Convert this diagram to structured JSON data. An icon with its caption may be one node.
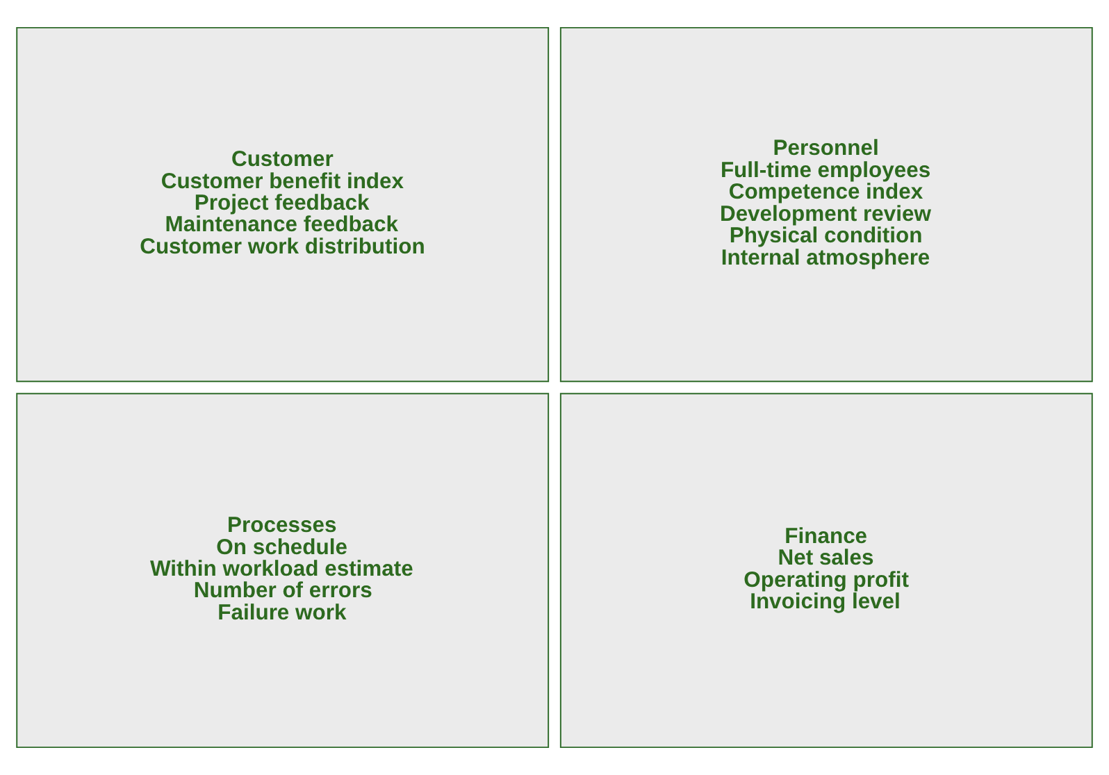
{
  "diagram": {
    "nodes": [
      {
        "text": [
          "Customer",
          "Customer benefit index",
          "Project feedback",
          "Maintenance feedback",
          "Customer work distribution"
        ]
      },
      {
        "text": [
          "Personnel",
          "Full-time employees",
          "Competence index",
          "Development review",
          "Physical condition",
          "Internal atmosphere"
        ]
      },
      {
        "text": [
          "Processes",
          "On schedule",
          "Within workload estimate",
          "Number of errors",
          "Failure work"
        ]
      },
      {
        "text": [
          "Finance",
          "Net sales",
          "Operating profit",
          "Invoicing level"
        ]
      }
    ]
  }
}
